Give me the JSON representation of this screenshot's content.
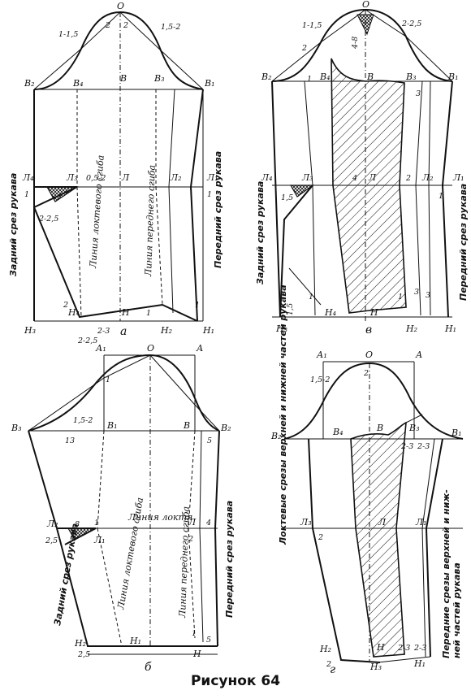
{
  "caption": "Рисунок 64",
  "panels": {
    "a": {
      "letter": "а",
      "points": {
        "O": "О",
        "B2": "В₂",
        "B4": "В₄",
        "B": "В",
        "B3": "В₃",
        "B1": "В₁",
        "L4": "Л₄",
        "L3": "Л₃",
        "L": "Л",
        "L2": "Л₂",
        "L1": "Л₁",
        "H3": "Н₃",
        "H4": "Н₄",
        "H": "Н",
        "H2": "Н₂",
        "H1": "Н₁"
      },
      "measures": [
        "2",
        "2",
        "1-1,5",
        "1,5-2",
        "0,5-2",
        "1",
        "1",
        "2-2,5",
        "2",
        "2-2,5",
        "2-3",
        "1",
        "1"
      ],
      "lines": {
        "fold": "Линия локтевого сгиба",
        "front_fold": "Линия переднего сгиба",
        "back_seam": "Задний срез рукава",
        "front_seam": "Передний срез рукава"
      }
    },
    "v": {
      "letter": "в",
      "points": {
        "O": "О",
        "B2": "В₂",
        "B4": "В₄",
        "B": "В",
        "B3": "В₃",
        "B1": "В₁",
        "L4": "Л₄",
        "L3": "Л₃",
        "L": "Л",
        "L2": "Л₂",
        "L1": "Л₁",
        "H3": "Н₃",
        "H4": "Н₄",
        "H": "Н",
        "H2": "Н₂",
        "H1": "Н₁"
      },
      "measures": [
        "2-2,5",
        "1-1,5",
        "4-8",
        "2",
        "1",
        "3",
        "1,5",
        "2",
        "4",
        "1",
        "1,5",
        "3",
        "3",
        "1",
        "1"
      ],
      "lines": {
        "back_seam": "Задний срез рукава",
        "front_seam": "Передний срез рукава"
      }
    },
    "b": {
      "letter": "б",
      "points": {
        "A1": "А₁",
        "O": "О",
        "A": "А",
        "B3": "В₃",
        "B1": "В₁",
        "B": "В",
        "B2": "В₂",
        "L2": "Л₂",
        "L1": "Л₁",
        "L": "Л",
        "H2": "Н₂",
        "H1": "Н₁",
        "H": "Н"
      },
      "measures": [
        "1",
        "1,5-2",
        "13",
        "5",
        "8",
        "2,5",
        "1",
        "2",
        "4",
        "2,5",
        "1",
        "5"
      ],
      "lines": {
        "fold": "Линия локтевого сгиба",
        "elbow": "Линия локтя",
        "front_fold": "Линия переднего сгиба",
        "back_seam": "Задний срез рукава",
        "front_seam": "Передний срез рукава"
      }
    },
    "g": {
      "letter": "г",
      "points": {
        "A1": "А₁",
        "O": "О",
        "A": "А",
        "B2": "В₂",
        "B4": "В₄",
        "B": "В",
        "B3": "В₃",
        "B1": "В₁",
        "L3": "Л₃",
        "L": "Л",
        "L1": "Л₁",
        "H2": "Н₂",
        "H3": "Н₃",
        "H": "Н",
        "H1": "Н₁"
      },
      "measures": [
        "1,5-2",
        "2",
        "2-3",
        "2-3",
        "2",
        "2-3",
        "2-3",
        "2"
      ],
      "lines": {
        "elbow_seams": "Локтевые срезы верхней и нижней час",
        "elbow_seams_tail": "тей рукава",
        "front_seams": "Передние срезы верхней и ниж-",
        "front_seams_tail": "ней частей рукава"
      }
    }
  }
}
